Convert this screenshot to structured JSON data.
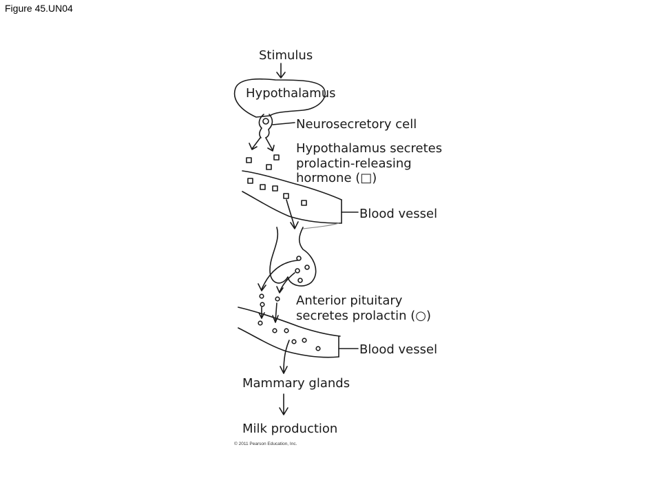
{
  "figure": {
    "title": "Figure 45.UN04",
    "copyright": "© 2011 Pearson Education, Inc."
  },
  "labels": {
    "stimulus": "Stimulus",
    "hypothalamus": "Hypothalamus",
    "neurosecretory_cell": "Neurosecretory cell",
    "hypo_secretes_1": "Hypothalamus secretes",
    "hypo_secretes_2": "prolactin-releasing",
    "hypo_secretes_3": "hormone (□)",
    "blood_vessel_upper": "Blood vessel",
    "anterior_1": "Anterior pituitary",
    "anterior_2": "secretes prolactin (○)",
    "blood_vessel_lower": "Blood vessel",
    "mammary_glands": "Mammary glands",
    "milk_production": "Milk production"
  }
}
